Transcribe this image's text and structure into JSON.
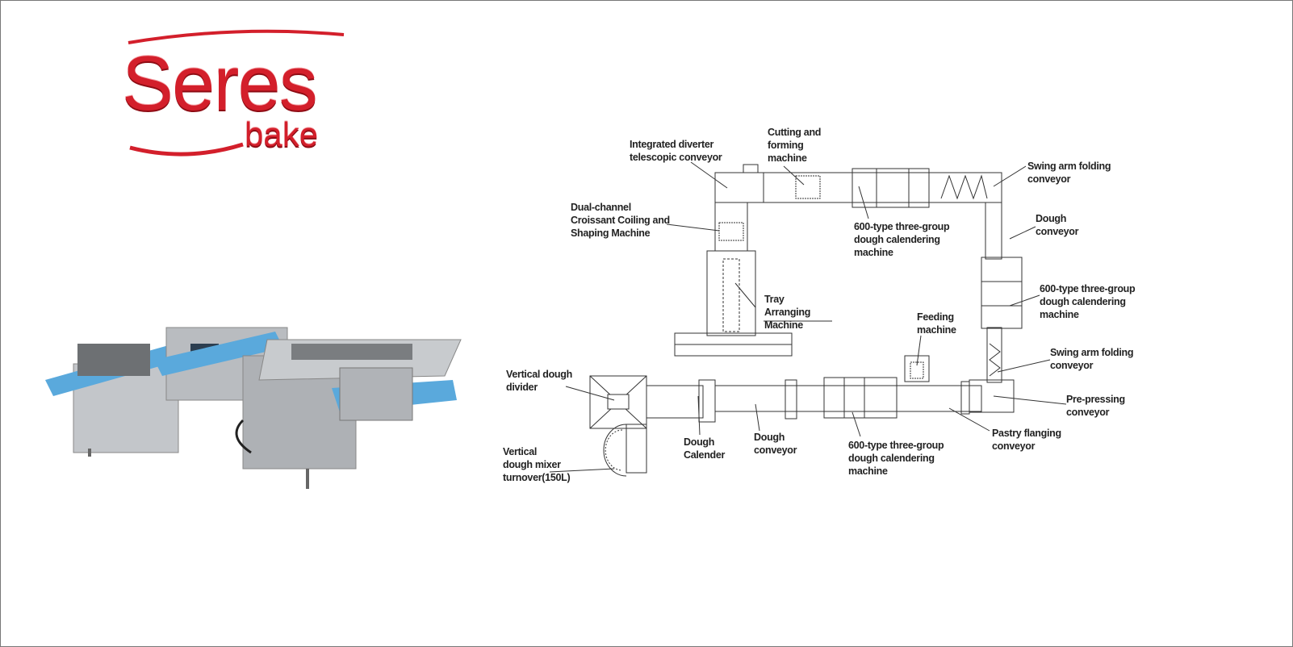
{
  "brand": {
    "name": "Seres",
    "sub": "bake",
    "color": "#d31f2b"
  },
  "photo": {
    "belt_color": "#5aa9dc",
    "steel_color": "#b9bcc0"
  },
  "labels": {
    "integrated_diverter": [
      "Integrated diverter",
      "telescopic conveyor"
    ],
    "cutting_forming": [
      "Cutting and",
      "forming",
      "machine"
    ],
    "swing_arm_top": [
      "Swing arm folding",
      "conveyor"
    ],
    "croissant": [
      "Dual-channel",
      "Croissant Coiling and",
      "Shaping Machine"
    ],
    "dough_conveyor_right": [
      "Dough",
      "conveyor"
    ],
    "calender_top": [
      "600-type three-group",
      "dough calendering",
      "machine"
    ],
    "calender_right": [
      "600-type three-group",
      "dough calendering",
      "machine"
    ],
    "tray": [
      "Tray",
      "Arranging",
      "Machine"
    ],
    "feeding": [
      "Feeding",
      "machine"
    ],
    "swing_arm_right": [
      "Swing arm folding",
      "conveyor"
    ],
    "divider": [
      "Vertical dough",
      "divider"
    ],
    "prepressing": [
      "Pre-pressing",
      "conveyor"
    ],
    "dough_calender": [
      "Dough",
      "Calender"
    ],
    "dough_conveyor_bottom": [
      "Dough",
      "conveyor"
    ],
    "calender_bottom": [
      "600-type three-group",
      "dough calendering",
      "machine"
    ],
    "pastry_flanging": [
      "Pastry flanging",
      "conveyor"
    ],
    "mixer": [
      "Vertical",
      "dough mixer",
      "turnover(150L)"
    ]
  }
}
